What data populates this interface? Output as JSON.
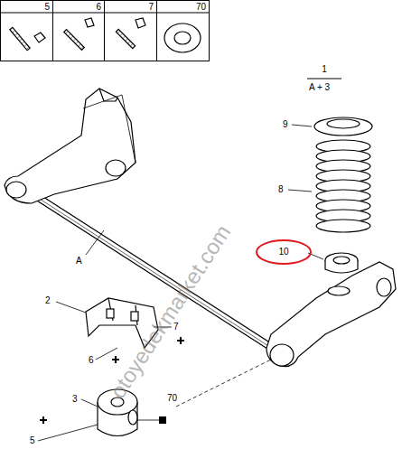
{
  "diagram": {
    "nodes": [
      {
        "text": [
          "5"
        ]
      },
      {
        "text": [
          "6"
        ]
      },
      {
        "text": [
          "7"
        ]
      },
      {
        "text": [
          "70"
        ]
      },
      {
        "text": [
          "10"
        ]
      }
    ],
    "labels": [
      "1",
      "A + 3",
      "9",
      "8",
      "A",
      "2",
      "7",
      "6",
      "3",
      "70",
      "5",
      "otoyedekmarket.com"
    ]
  }
}
